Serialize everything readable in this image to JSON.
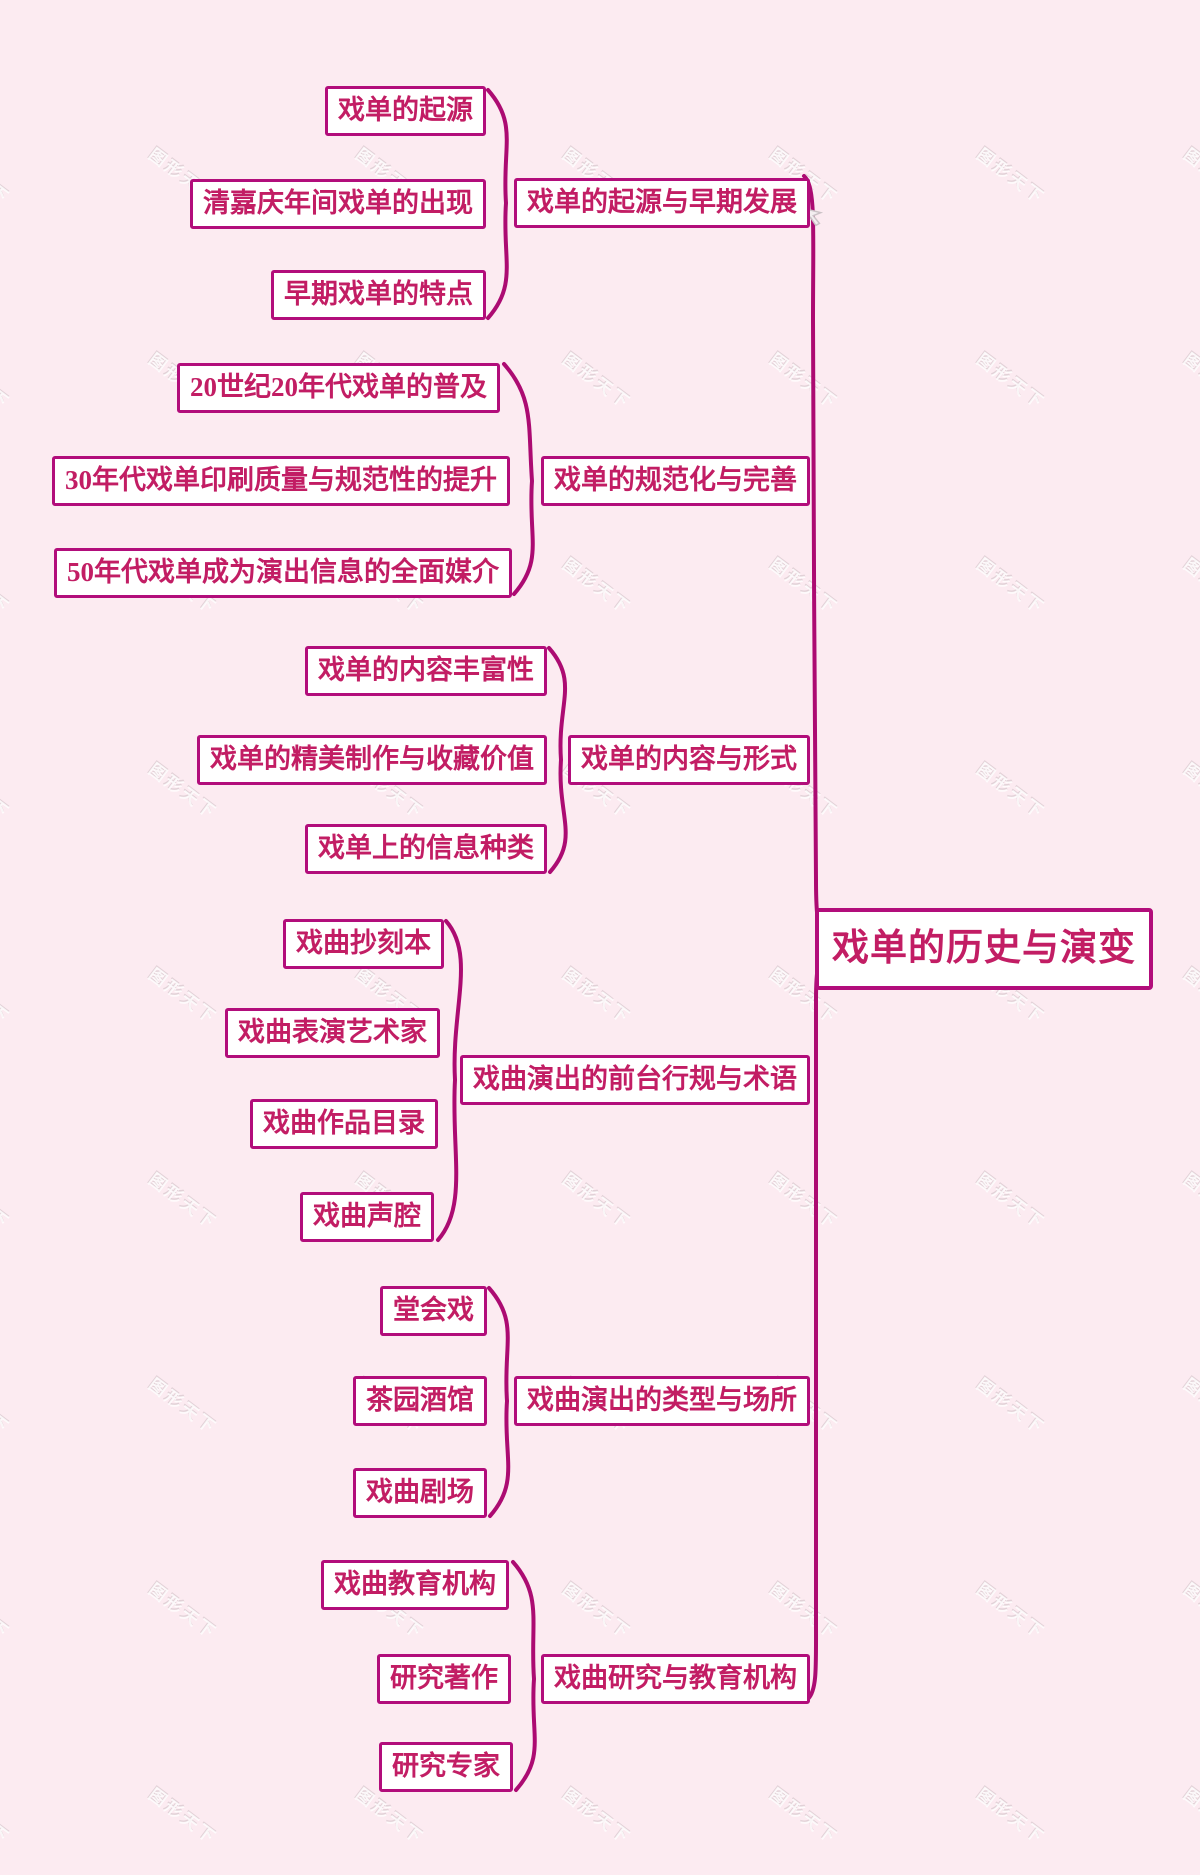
{
  "title": "戏单的历史与演变",
  "root": {
    "label": "戏单的历史与演变"
  },
  "branches": [
    {
      "label": "戏单的起源与早期发展",
      "children": [
        "戏单的起源",
        "清嘉庆年间戏单的出现",
        "早期戏单的特点"
      ]
    },
    {
      "label": "戏单的规范化与完善",
      "children": [
        "20世纪20年代戏单的普及",
        "30年代戏单印刷质量与规范性的提升",
        "50年代戏单成为演出信息的全面媒介"
      ]
    },
    {
      "label": "戏单的内容与形式",
      "children": [
        "戏单的内容丰富性",
        "戏单的精美制作与收藏价值",
        "戏单上的信息种类"
      ]
    },
    {
      "label": "戏曲演出的前台行规与术语",
      "children": [
        "戏曲抄刻本",
        "戏曲表演艺术家",
        "戏曲作品目录",
        "戏曲声腔"
      ]
    },
    {
      "label": "戏曲演出的类型与场所",
      "children": [
        "堂会戏",
        "茶园酒馆",
        "戏曲剧场"
      ]
    },
    {
      "label": "戏曲研究与教育机构",
      "children": [
        "戏曲教育机构",
        "研究著作",
        "研究专家"
      ]
    }
  ],
  "watermark": {
    "text": "图形天下"
  },
  "colors": {
    "background": "#fcebf1",
    "box_border": "#b20d7b",
    "box_fill": "#ffffff",
    "text": "#c21d64",
    "line": "#ac0b72"
  }
}
